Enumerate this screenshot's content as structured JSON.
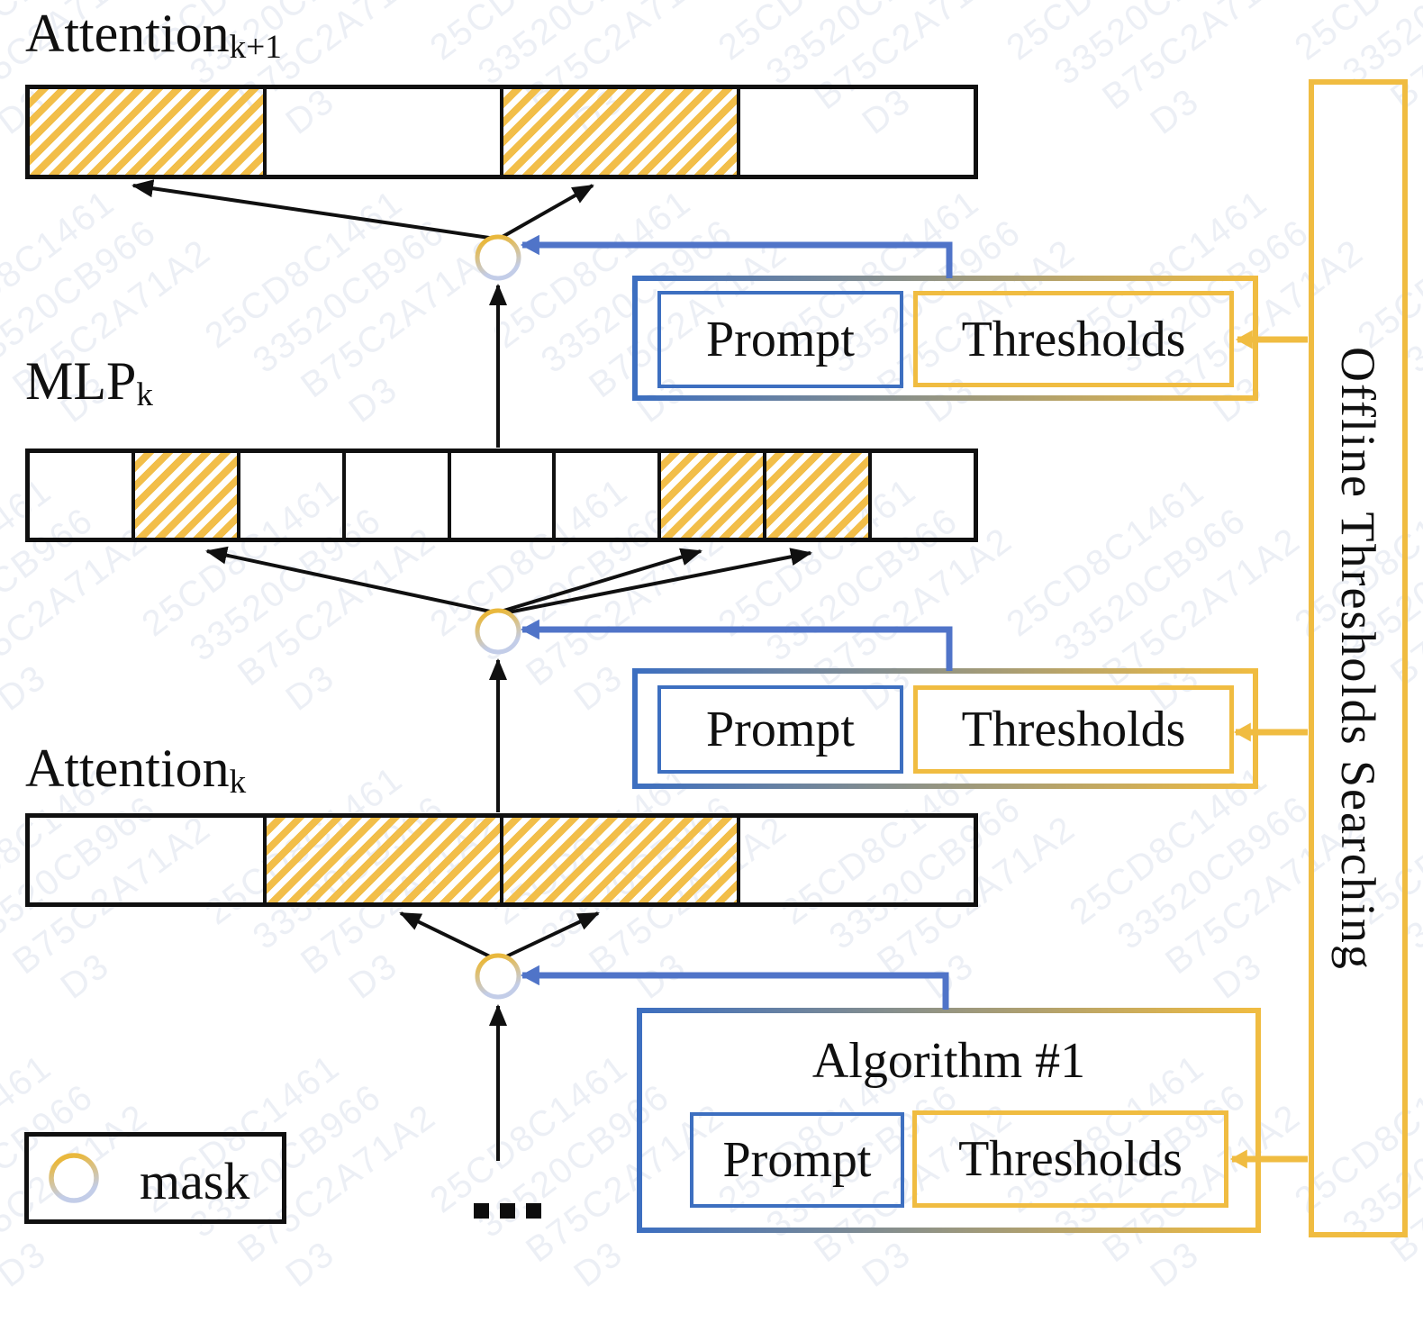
{
  "diagram": {
    "layers": {
      "attention_next": {
        "base": "Attention",
        "sub": "k+1"
      },
      "mlp": {
        "base": "MLP",
        "sub": "k"
      },
      "attention_k": {
        "base": "Attention",
        "sub": "k"
      }
    },
    "bars": {
      "attention_next": {
        "segments": [
          "hatch",
          "plain",
          "hatch",
          "plain"
        ]
      },
      "mlp": {
        "segments": [
          "plain",
          "hatch",
          "plain",
          "plain",
          "plain",
          "plain",
          "hatch",
          "hatch",
          "plain"
        ]
      },
      "attention_k": {
        "segments": [
          "plain",
          "hatch",
          "hatch",
          "plain"
        ]
      }
    },
    "groups": [
      {
        "prompt": "Prompt",
        "thresholds": "Thresholds"
      },
      {
        "prompt": "Prompt",
        "thresholds": "Thresholds"
      },
      {
        "title": "Algorithm #1",
        "prompt": "Prompt",
        "thresholds": "Thresholds"
      }
    ],
    "offline_box_label": "Offline Thresholds Searching",
    "legend": {
      "label": "mask"
    },
    "ellipsis": "..."
  },
  "watermark": {
    "tokens": [
      "25CD8C1461",
      "33520CB966",
      "B75C2A71A2",
      "D3"
    ]
  },
  "colors": {
    "blue": "#3D6FC0",
    "blue_arrow": "#5074C8",
    "gold": "#F0BC41",
    "hatch": "#F2BE49",
    "black": "#101010",
    "mask_gradient_top": "#E9B83D",
    "mask_gradient_bottom": "#C3CDE8",
    "watermark": "#8FA3C8"
  }
}
